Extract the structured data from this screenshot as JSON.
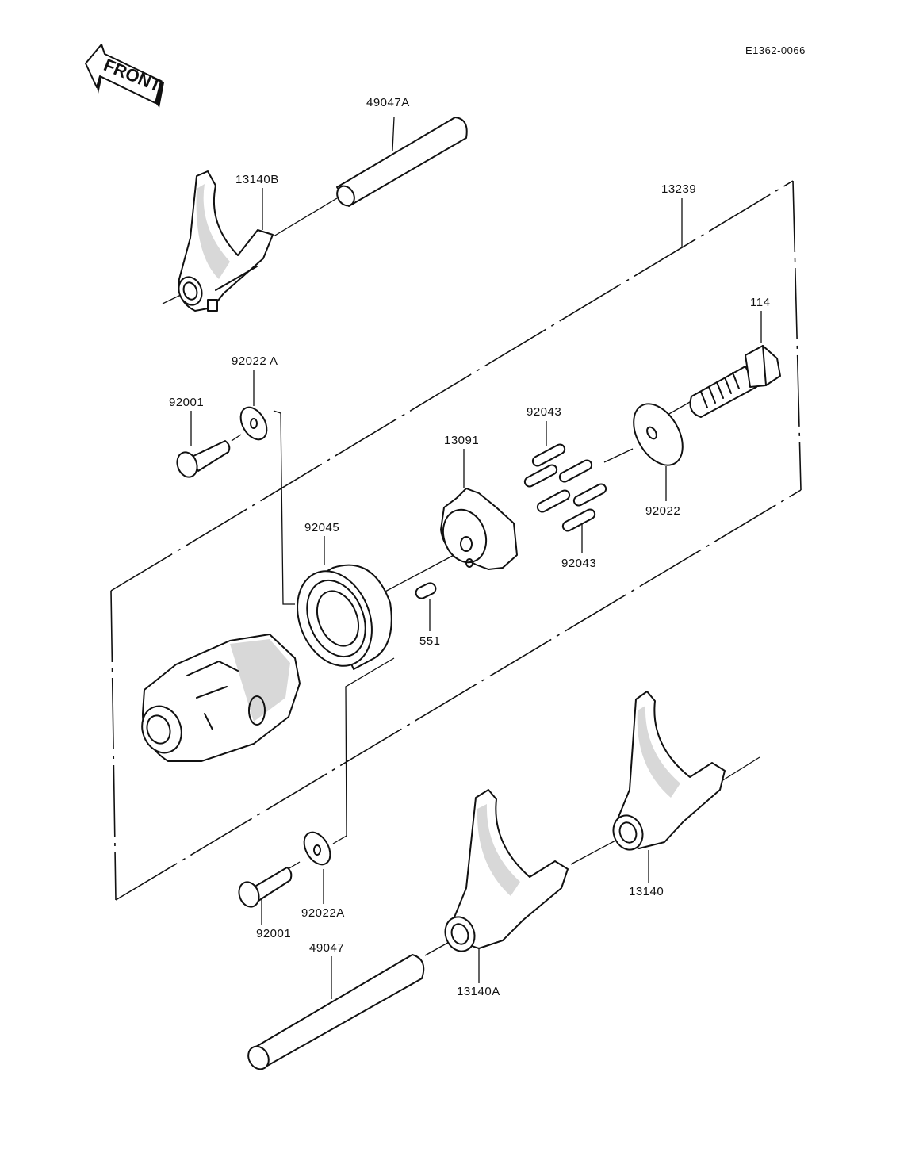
{
  "reference_code": "E1362-0066",
  "front_badge": "FRONT",
  "parts": [
    {
      "id": "49047A",
      "label": "49047A"
    },
    {
      "id": "13140B",
      "label": "13140B"
    },
    {
      "id": "13239",
      "label": "13239"
    },
    {
      "id": "114",
      "label": "114"
    },
    {
      "id": "92022A-top",
      "label": "92022 A"
    },
    {
      "id": "92001-top",
      "label": "92001"
    },
    {
      "id": "92043-top",
      "label": "92043"
    },
    {
      "id": "13091",
      "label": "13091"
    },
    {
      "id": "92045",
      "label": "92045"
    },
    {
      "id": "92022",
      "label": "92022"
    },
    {
      "id": "92043-bottom",
      "label": "92043"
    },
    {
      "id": "551",
      "label": "551"
    },
    {
      "id": "13140",
      "label": "13140"
    },
    {
      "id": "92022A-bottom",
      "label": "92022A"
    },
    {
      "id": "92001-bottom",
      "label": "92001"
    },
    {
      "id": "49047",
      "label": "49047"
    },
    {
      "id": "13140A",
      "label": "13140A"
    }
  ]
}
